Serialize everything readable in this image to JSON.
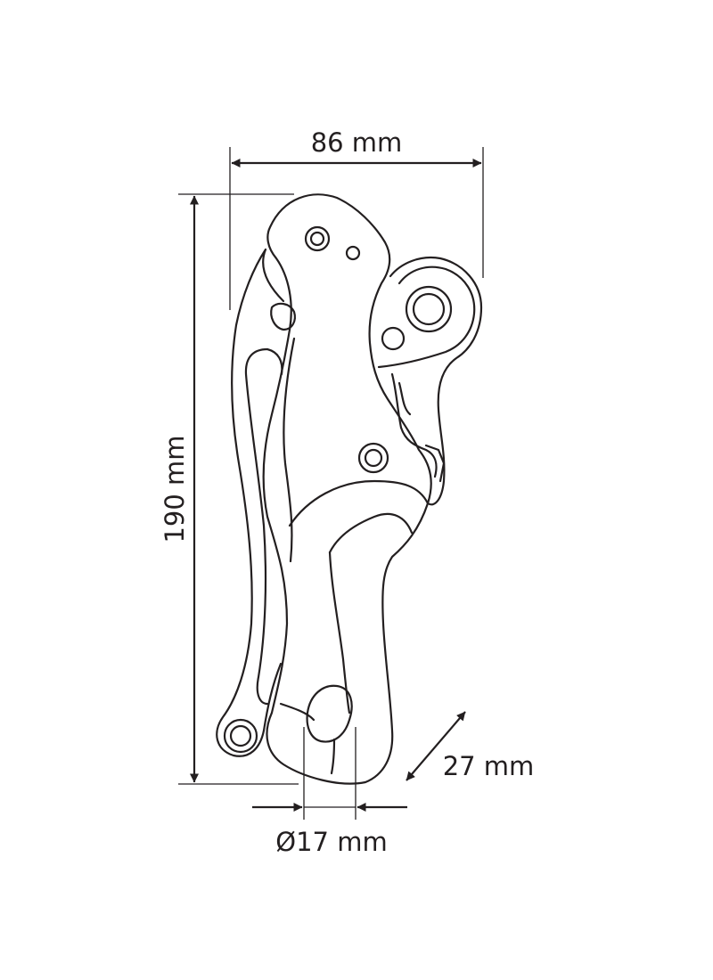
{
  "dimensions": {
    "width": "86 mm",
    "height": "190 mm",
    "depth": "27 mm",
    "rope_diameter": "Ø17 mm"
  },
  "colors": {
    "line": "#231f20",
    "background": "#ffffff"
  }
}
